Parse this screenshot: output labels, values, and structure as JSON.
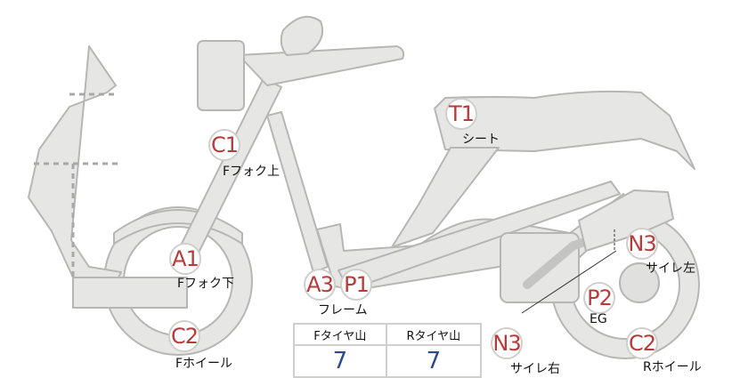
{
  "markers": {
    "c1": "C1",
    "t1": "T1",
    "a1": "A1",
    "a3": "A3",
    "p1": "P1",
    "n3_right": "N3",
    "p2": "P2",
    "c2_front": "C2",
    "n3_left": "N3",
    "c2_rear": "C2"
  },
  "labels": {
    "fork_upper": "Fフォク上",
    "seat": "シート",
    "fork_lower": "Fフォク下",
    "frame": "フレーム",
    "silencer_left": "サイレ左",
    "engine": "EG",
    "front_wheel": "Fホイール",
    "silencer_right": "サイレ右",
    "rear_wheel": "Rホイール"
  },
  "tread_table": {
    "front_header": "Fタイヤ山",
    "rear_header": "Rタイヤ山",
    "front_value": "7",
    "rear_value": "7"
  },
  "colors": {
    "marker_text": "#b73b3b",
    "value_text": "#2c4a8c",
    "body_fill": "#e6e6e4",
    "outline": "#b6b6b2"
  }
}
